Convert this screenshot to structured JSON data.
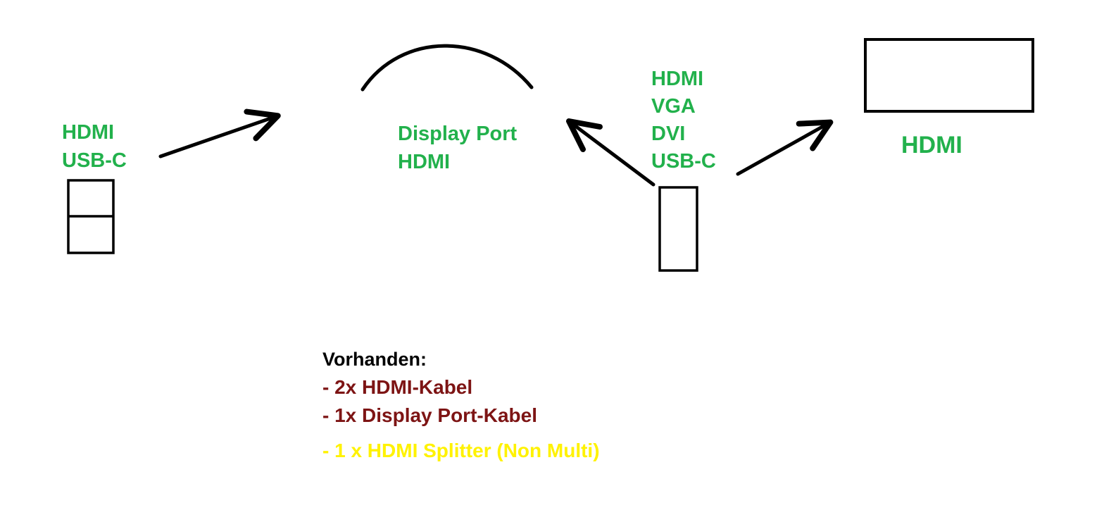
{
  "diagram": {
    "source_left": {
      "labels": [
        "HDMI",
        "USB-C"
      ]
    },
    "center": {
      "labels": [
        "Display Port",
        "HDMI"
      ]
    },
    "source_right": {
      "labels": [
        "HDMI",
        "VGA",
        "DVI",
        "USB-C"
      ]
    },
    "monitor": {
      "label": "HDMI"
    }
  },
  "legend": {
    "title": "Vorhanden:",
    "items": [
      {
        "text": "- 2x HDMI-Kabel",
        "color": "#7d1414"
      },
      {
        "text": "- 1x Display Port-Kabel",
        "color": "#7d1414"
      },
      {
        "text": "- 1 x HDMI Splitter (Non Multi)",
        "color": "#fff200"
      }
    ]
  },
  "colors": {
    "label_green": "#22b14c",
    "line_black": "#000000"
  }
}
